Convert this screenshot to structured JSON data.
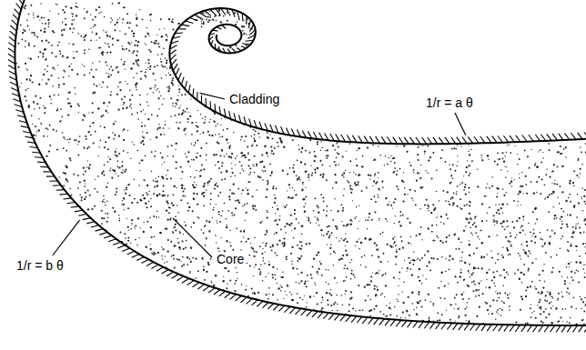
{
  "diagram": {
    "labels": [
      "1/r = a θ",
      "Cladding",
      "1/r = b θ",
      "Core"
    ]
  }
}
